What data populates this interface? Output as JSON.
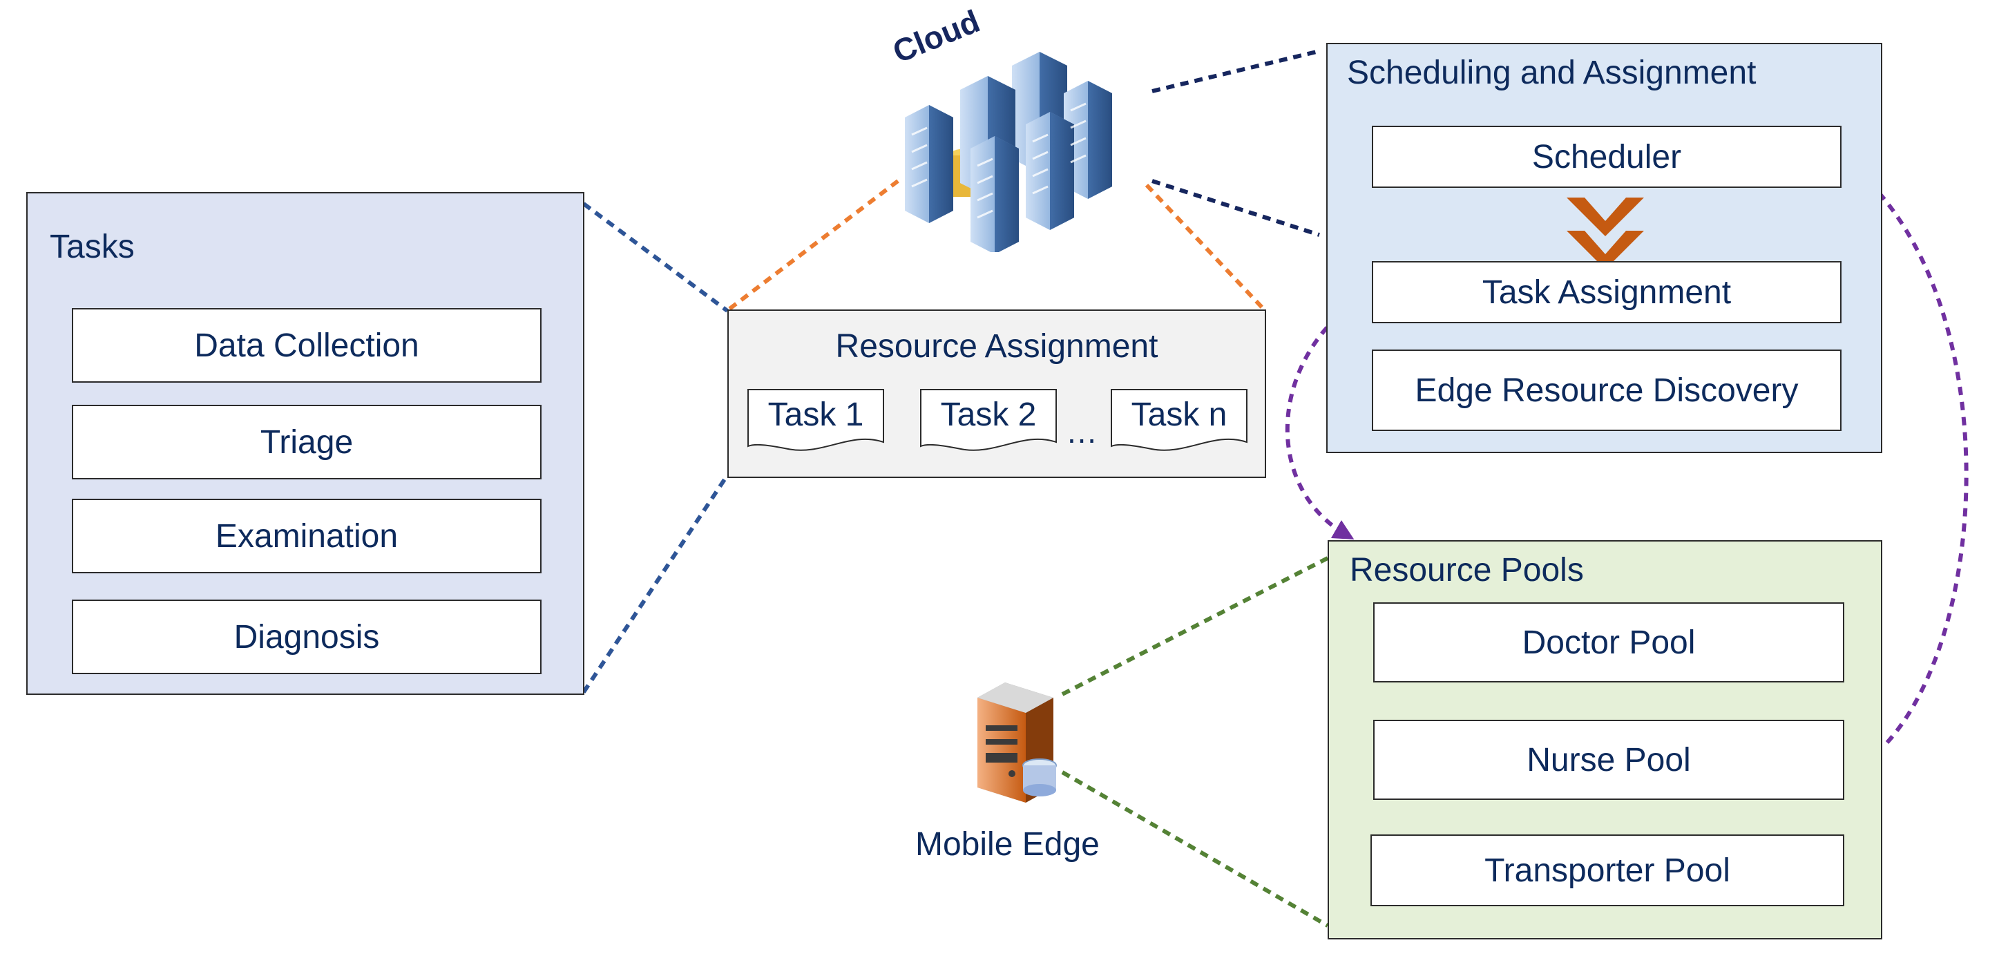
{
  "tasks": {
    "title": "Tasks",
    "items": [
      "Data Collection",
      "Triage",
      "Examination",
      "Diagnosis"
    ]
  },
  "cloud": {
    "label": "Cloud"
  },
  "resource_assignment": {
    "title": "Resource Assignment",
    "docs": [
      "Task 1",
      "Task 2",
      "Task n"
    ],
    "ellipsis": "…"
  },
  "scheduling": {
    "title": "Scheduling and Assignment",
    "scheduler": "Scheduler",
    "task_assignment": "Task Assignment",
    "discovery": "Edge Resource Discovery"
  },
  "resource_pools": {
    "title": "Resource Pools",
    "items": [
      "Doctor Pool",
      "Nurse Pool",
      "Transporter Pool"
    ]
  },
  "mobile_edge": {
    "label": "Mobile Edge"
  },
  "colors": {
    "blue_dash": "#2e5597",
    "navy_dash": "#16265e",
    "orange_dash": "#ed7d31",
    "green_dash": "#548235",
    "purple_arrow": "#7030a0",
    "chevron": "#c55a11"
  }
}
